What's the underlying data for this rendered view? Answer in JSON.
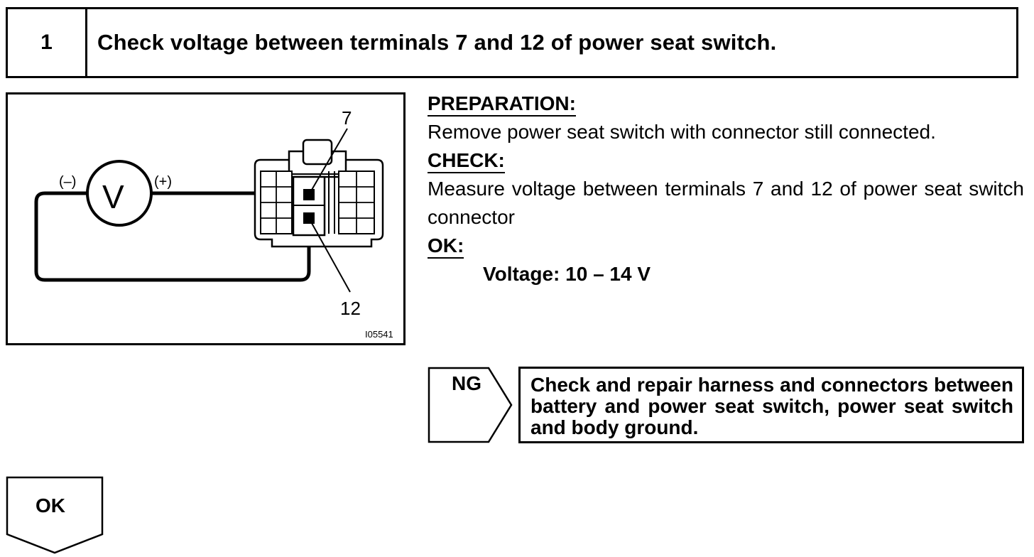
{
  "step": {
    "number": "1",
    "title": "Check voltage between terminals 7 and 12 of power seat switch."
  },
  "diagram": {
    "meter_symbol": "V",
    "neg_label": "(–)",
    "pos_label": "(+)",
    "terminal_top": "7",
    "terminal_bottom": "12",
    "figure_id": "I05541"
  },
  "instructions": {
    "preparation_heading": "PREPARATION:",
    "preparation_text": "Remove power seat switch with connector still connected.",
    "check_heading": "CHECK:",
    "check_text": "Measure voltage between terminals 7 and 12 of power seat switch connector",
    "ok_heading": "OK:",
    "ok_value": "Voltage: 10 – 14 V"
  },
  "ng_branch": {
    "label": "NG",
    "action": "Check and repair harness and connectors between battery and power seat switch, power seat switch and body ground."
  },
  "ok_branch": {
    "label": "OK"
  }
}
